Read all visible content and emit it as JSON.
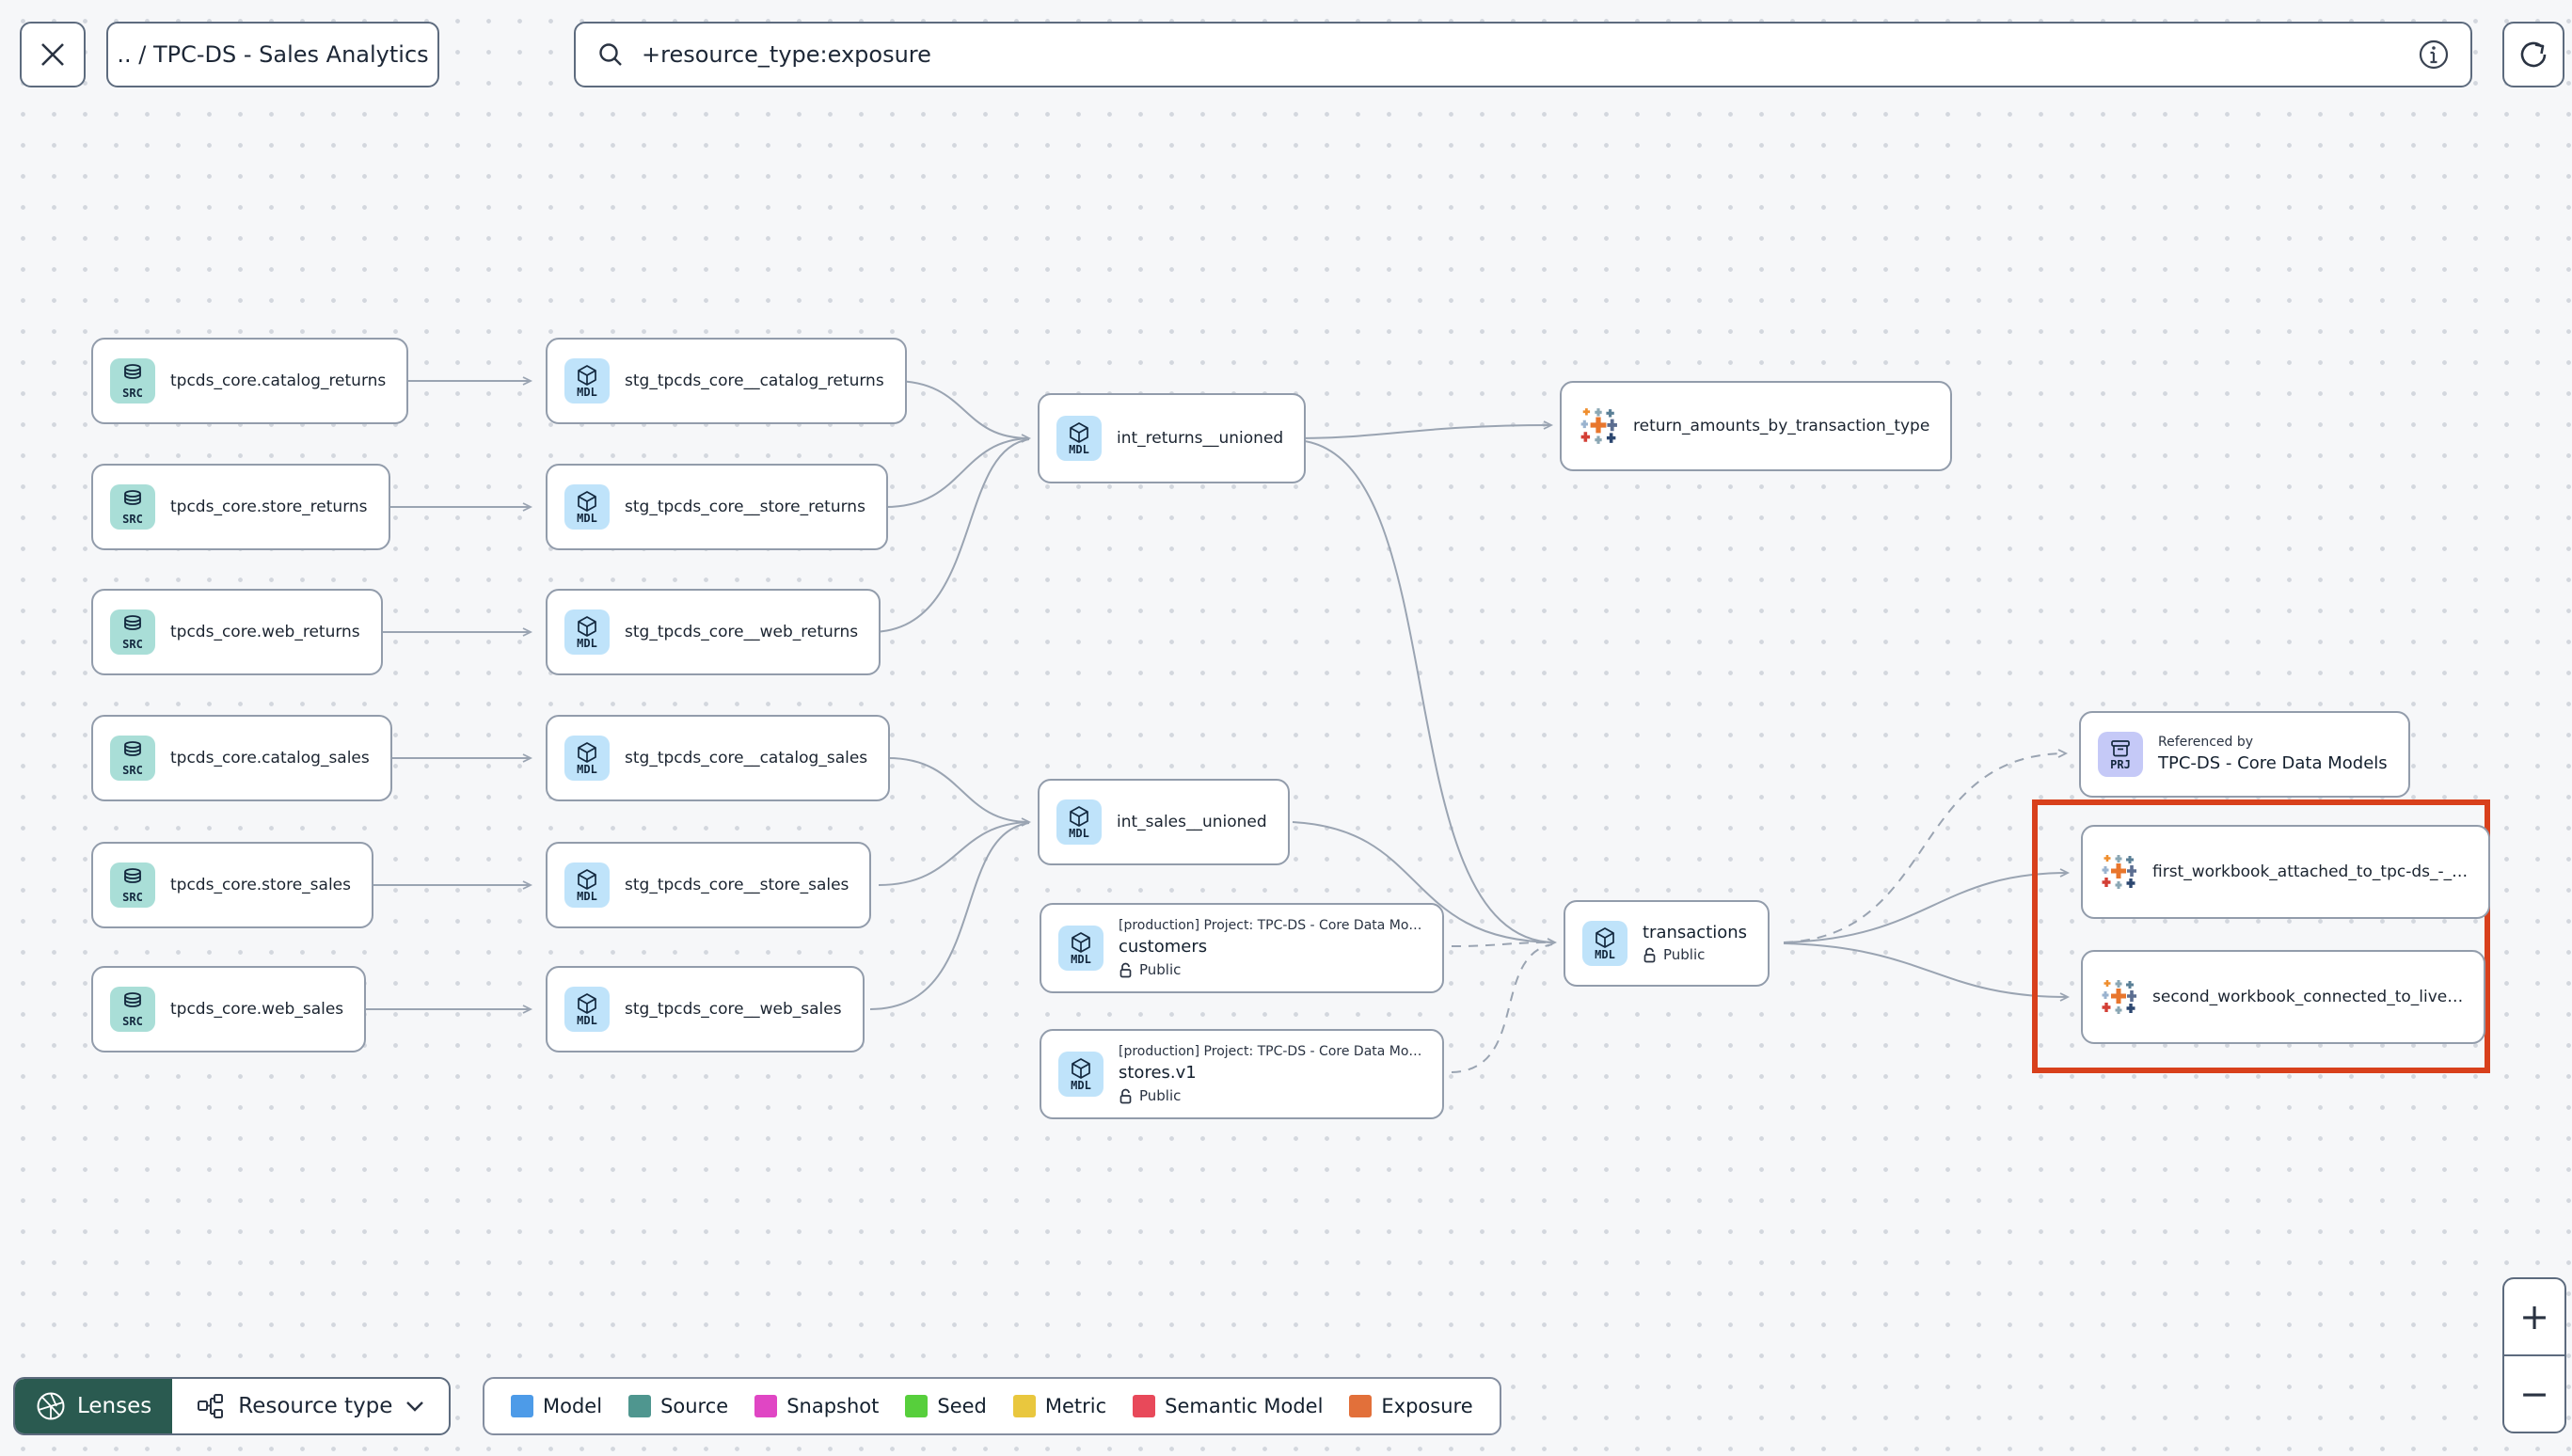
{
  "header": {
    "breadcrumb": ".. / TPC-DS - Sales Analytics",
    "search_value": "+resource_type:exposure"
  },
  "badges": {
    "src": "SRC",
    "mdl": "MDL",
    "prj": "PRJ"
  },
  "nodes": {
    "sources": [
      {
        "label": "tpcds_core.catalog_returns"
      },
      {
        "label": "tpcds_core.store_returns"
      },
      {
        "label": "tpcds_core.web_returns"
      },
      {
        "label": "tpcds_core.catalog_sales"
      },
      {
        "label": "tpcds_core.store_sales"
      },
      {
        "label": "tpcds_core.web_sales"
      }
    ],
    "staging": [
      {
        "label": "stg_tpcds_core__catalog_returns"
      },
      {
        "label": "stg_tpcds_core__store_returns"
      },
      {
        "label": "stg_tpcds_core__web_returns"
      },
      {
        "label": "stg_tpcds_core__catalog_sales"
      },
      {
        "label": "stg_tpcds_core__store_sales"
      },
      {
        "label": "stg_tpcds_core__web_sales"
      }
    ],
    "intermediate": [
      {
        "label": "int_returns__unioned"
      },
      {
        "label": "int_sales__unioned"
      }
    ],
    "public_models": [
      {
        "project": "[production] Project: TPC-DS - Core Data Mo…",
        "name": "customers",
        "access": "Public"
      },
      {
        "project": "[production] Project: TPC-DS - Core Data Mo…",
        "name": "stores.v1",
        "access": "Public"
      }
    ],
    "transactions": {
      "name": "transactions",
      "access": "Public"
    },
    "exposure": {
      "label": "return_amounts_by_transaction_type"
    },
    "referenced_by": {
      "title": "Referenced by",
      "name": "TPC-DS - Core Data Models"
    },
    "workbooks": [
      {
        "label": "first_workbook_attached_to_tpc-ds_-_…"
      },
      {
        "label": "second_workbook_connected_to_live…"
      }
    ]
  },
  "toolbar": {
    "lenses": "Lenses",
    "resource_type": "Resource type"
  },
  "legend": {
    "items": [
      {
        "label": "Model",
        "color": "#4d9be8"
      },
      {
        "label": "Source",
        "color": "#4f968f"
      },
      {
        "label": "Snapshot",
        "color": "#e046c4"
      },
      {
        "label": "Seed",
        "color": "#57cf3c"
      },
      {
        "label": "Metric",
        "color": "#e9c73e"
      },
      {
        "label": "Semantic Model",
        "color": "#e8495a"
      },
      {
        "label": "Exposure",
        "color": "#e2703a"
      }
    ]
  },
  "zoom_controls": {
    "zoom_in": "+",
    "zoom_out": "−"
  }
}
